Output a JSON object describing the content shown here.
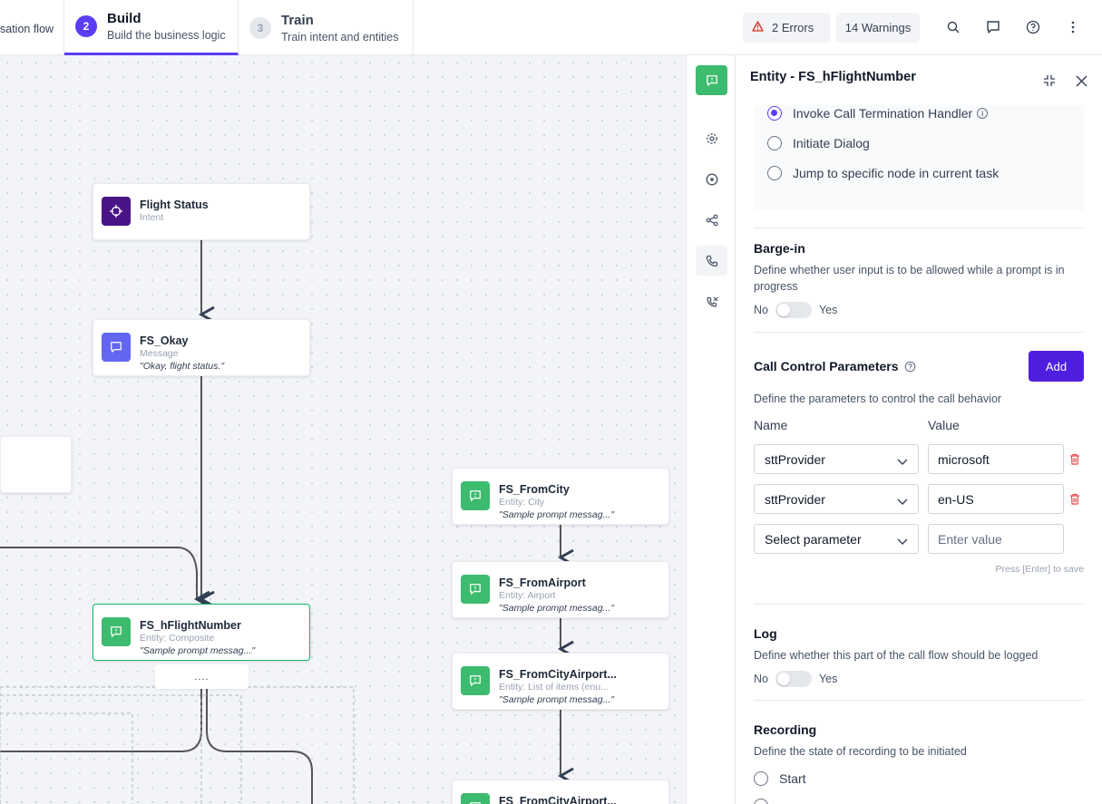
{
  "steps": [
    {
      "num": "",
      "title": "",
      "subtitle": "sation flow"
    },
    {
      "num": "2",
      "title": "Build",
      "subtitle": "Build the business logic"
    },
    {
      "num": "3",
      "title": "Train",
      "subtitle": "Train intent and entities"
    }
  ],
  "toolbar": {
    "errors_label": "2 Errors",
    "warnings_label": "14 Warnings"
  },
  "canvas": {
    "nodes": [
      {
        "title": "Flight Status",
        "subtitle": "Intent",
        "quote": ""
      },
      {
        "title": "FS_Okay",
        "subtitle": "Message",
        "quote": "\"Okay, flight status.\""
      },
      {
        "title": "FS_hFlightNumber",
        "subtitle": "Entity: Composite",
        "quote": "\"Sample prompt messag...\""
      },
      {
        "title": "FS_FromCity",
        "subtitle": "Entity: City",
        "quote": "\"Sample prompt messag...\""
      },
      {
        "title": "FS_FromAirport",
        "subtitle": "Entity: Airport",
        "quote": "\"Sample prompt messag...\""
      },
      {
        "title": "FS_FromCityAirport...",
        "subtitle": "Entity: List of items (enu...",
        "quote": "\"Sample prompt messag...\""
      },
      {
        "title": "FS_FromCityAirport...",
        "subtitle": "",
        "quote": ""
      }
    ],
    "more_label": "....",
    "colors": {
      "intent": "#4a1486",
      "message": "#6366f1",
      "entity": "#3dbb6e",
      "selected_border": "#12b76a"
    }
  },
  "panel": {
    "title": "Entity - FS_hFlightNumber",
    "radio_options": [
      {
        "label": "Invoke Call Termination Handler",
        "selected": true
      },
      {
        "label": "Initiate Dialog",
        "selected": false
      },
      {
        "label": "Jump to specific node in current task",
        "selected": false
      }
    ],
    "barge_in": {
      "heading": "Barge-in",
      "description": "Define whether user input is to be allowed while a prompt is in progress",
      "no_label": "No",
      "yes_label": "Yes",
      "value": false
    },
    "call_control": {
      "heading": "Call Control Parameters",
      "add_label": "Add",
      "description": "Define the parameters to control the call behavior",
      "name_header": "Name",
      "value_header": "Value",
      "rows": [
        {
          "name": "sttProvider",
          "value": "microsoft"
        },
        {
          "name": "sttProvider",
          "value": "en-US"
        }
      ],
      "new_row": {
        "name_placeholder": "Select parameter",
        "value_placeholder": "Enter value"
      },
      "hint": "Press [Enter] to save"
    },
    "log": {
      "heading": "Log",
      "description": "Define whether this part of the call flow should be logged",
      "no_label": "No",
      "yes_label": "Yes",
      "value": false
    },
    "recording": {
      "heading": "Recording",
      "description": "Define the state of recording to be initiated",
      "options": [
        {
          "label": "Start",
          "selected": false
        }
      ]
    }
  },
  "accent_color": "#5b3df5"
}
